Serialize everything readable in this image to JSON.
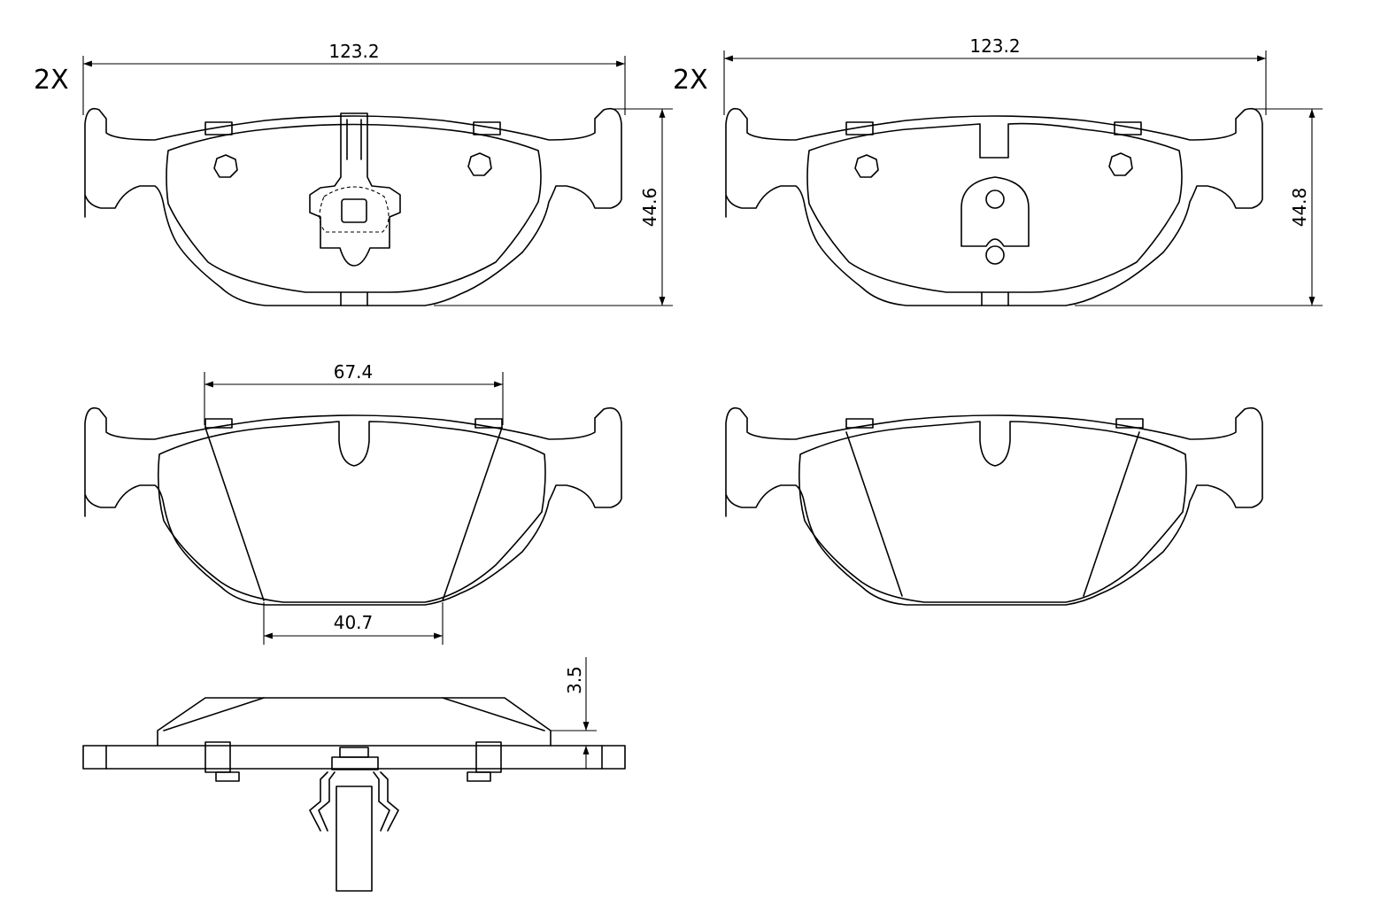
{
  "pads": [
    {
      "quantity_label": "2X",
      "width_label": "123.2",
      "height_label": "44.6"
    },
    {
      "quantity_label": "2X",
      "width_label": "123.2",
      "height_label": "44.8"
    }
  ],
  "friction_face": {
    "top_width_label": "67.4",
    "bottom_width_label": "40.7"
  },
  "side_view": {
    "thickness_label": "3.5"
  }
}
